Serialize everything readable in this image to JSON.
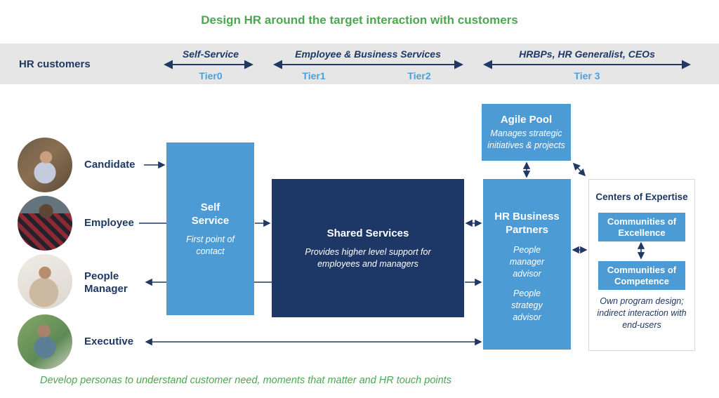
{
  "title": "Design HR around the target interaction with customers",
  "header_band": {
    "label": "HR customers",
    "segments": [
      {
        "label": "Self-Service",
        "tiers": [
          "Tier0"
        ]
      },
      {
        "label": "Employee & Business Services",
        "tiers": [
          "Tier1",
          "Tier2"
        ]
      },
      {
        "label": "HRBPs, HR Generalist, CEOs",
        "tiers": [
          "Tier 3"
        ]
      }
    ]
  },
  "personas": [
    {
      "label": "Candidate"
    },
    {
      "label": "Employee"
    },
    {
      "label": "People Manager"
    },
    {
      "label": "Executive"
    }
  ],
  "boxes": {
    "self_service": {
      "title": "Self Service",
      "subtitle": "First point of contact"
    },
    "shared_services": {
      "title": "Shared Services",
      "subtitle": "Provides higher level support for employees and managers"
    },
    "agile_pool": {
      "title": "Agile Pool",
      "subtitle": "Manages strategic initiatives & projects"
    },
    "hr_business_partners": {
      "title": "HR Business Partners",
      "roles": [
        "People manager advisor",
        "People strategy advisor"
      ]
    },
    "centers_of_expertise": {
      "title": "Centers of Expertise",
      "items": [
        "Communities of Excellence",
        "Communities of Competence"
      ],
      "note": "Own program design; indirect interaction with end-users"
    }
  },
  "footer_note": "Develop personas to understand customer need, moments that matter and HR touch points",
  "colors": {
    "accent_green": "#4CA750",
    "navy": "#1F3864",
    "light_blue": "#4D9BD5",
    "dark_blue": "#1D3766",
    "tier_blue": "#4D9FD8",
    "band_gray": "#E6E6E6"
  }
}
